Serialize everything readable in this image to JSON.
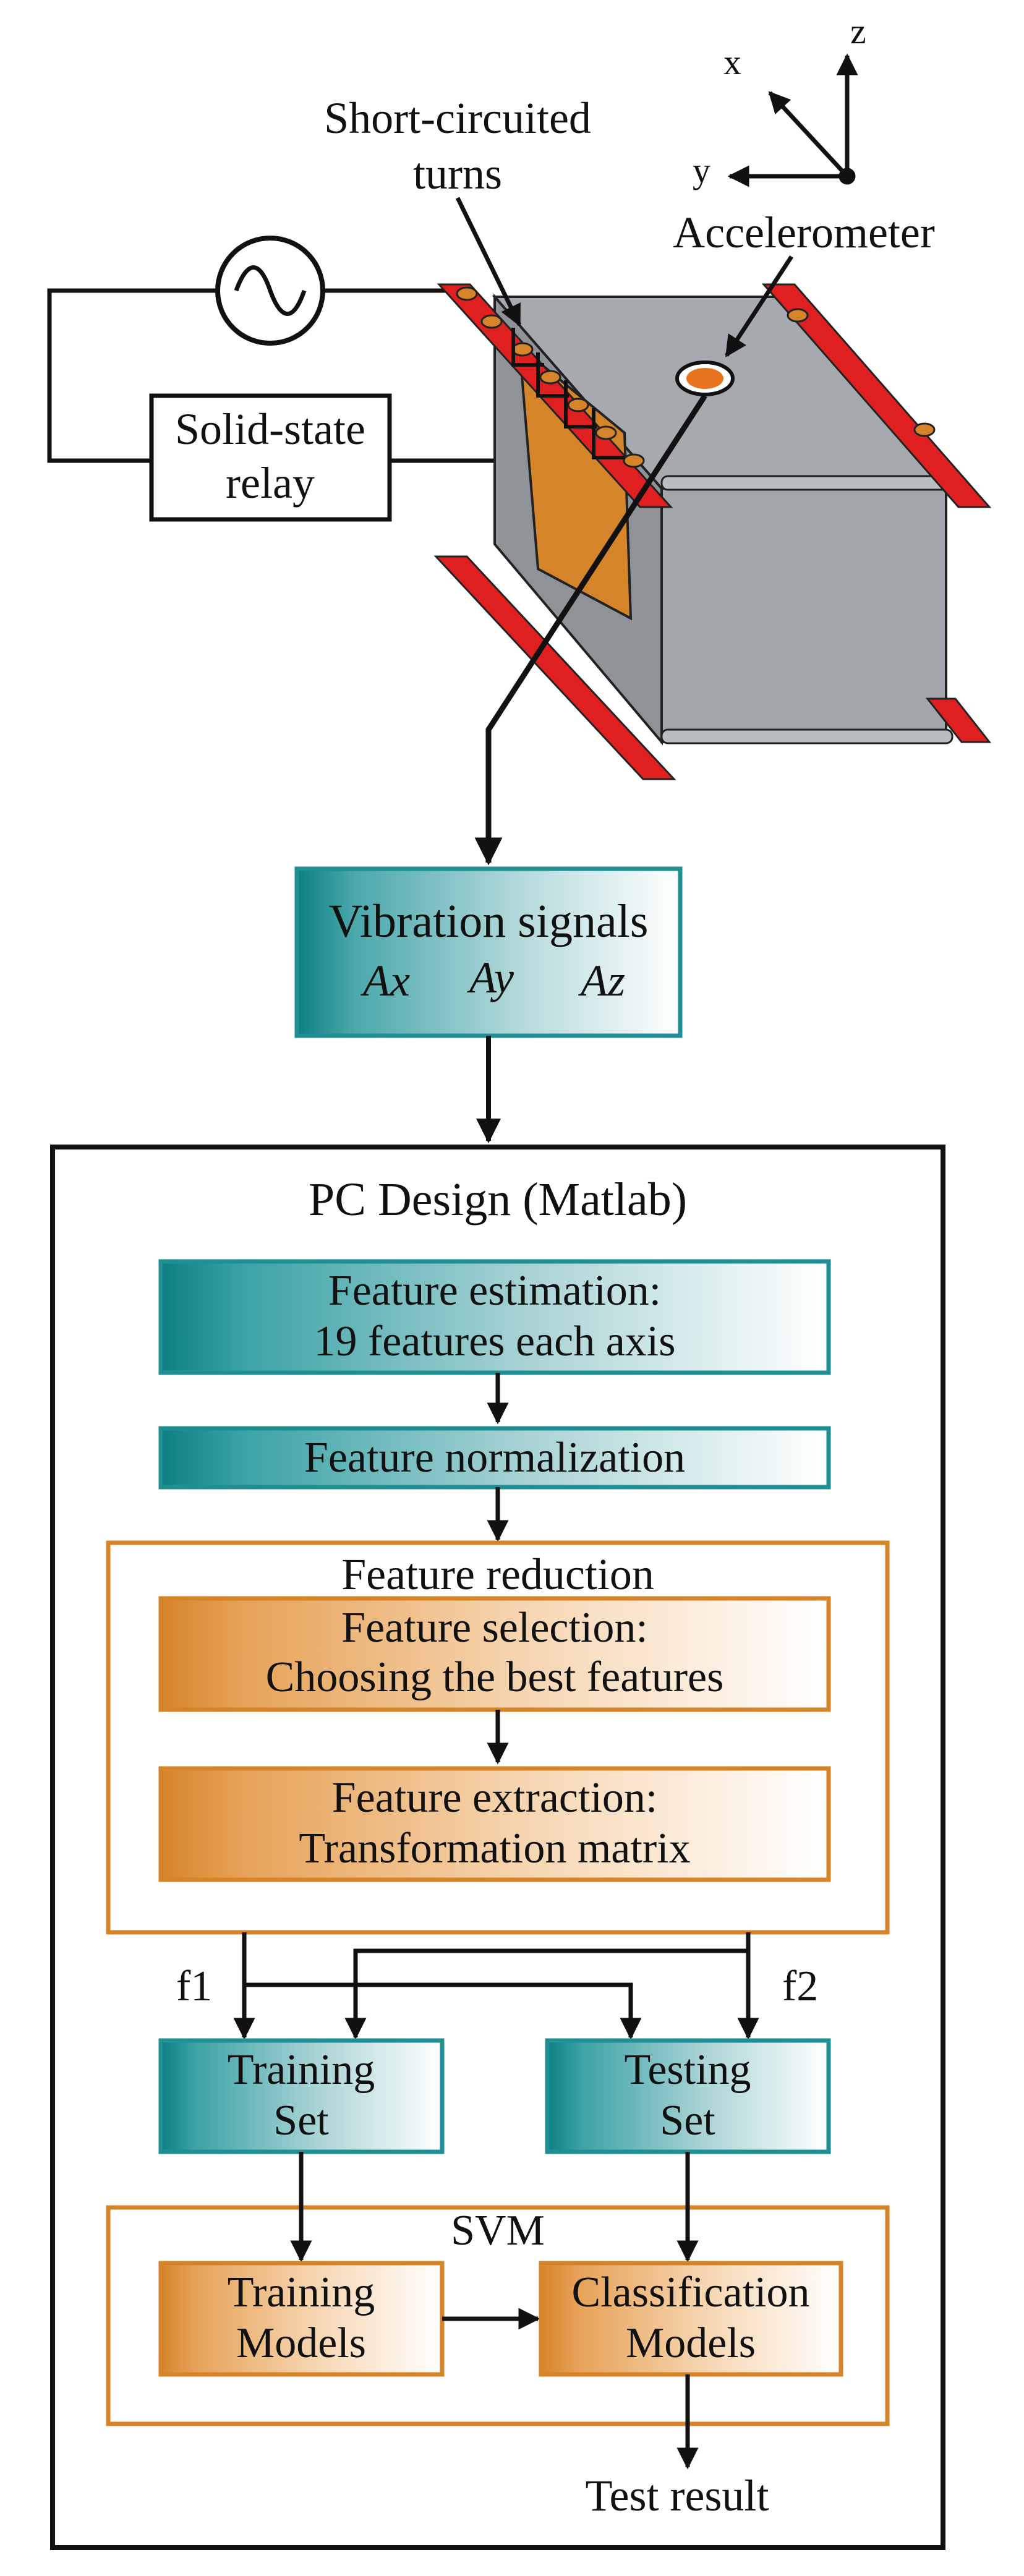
{
  "setup": {
    "short_circuited_line1": "Short-circuited",
    "short_circuited_line2": "turns",
    "accelerometer": "Accelerometer",
    "relay_line1": "Solid-state",
    "relay_line2": "relay",
    "axes": {
      "x": "x",
      "y": "y",
      "z": "z"
    }
  },
  "vibration": {
    "title": "Vibration signals",
    "ax": "Ax",
    "ay": "Ay",
    "az": "Az"
  },
  "pc": {
    "title": "PC Design (Matlab)",
    "feature_estimation_line1": "Feature estimation:",
    "feature_estimation_line2": "19 features each axis",
    "feature_normalization": "Feature normalization",
    "feature_reduction": "Feature reduction",
    "feature_selection_line1": "Feature selection:",
    "feature_selection_line2": "Choosing the best features",
    "feature_extraction_line1": "Feature extraction:",
    "feature_extraction_line2": "Transformation matrix",
    "f1": "f1",
    "f2": "f2",
    "training_set_line1": "Training",
    "training_set_line2": "Set",
    "testing_set_line1": "Testing",
    "testing_set_line2": "Set",
    "svm": "SVM",
    "training_models_line1": "Training",
    "training_models_line2": "Models",
    "classification_models_line1": "Classification",
    "classification_models_line2": "Models",
    "test_result": "Test result"
  },
  "colors": {
    "teal": "#1f8f93",
    "orange": "#d6842a",
    "red": "#e02020",
    "core_gray": "#9fa3a8"
  }
}
